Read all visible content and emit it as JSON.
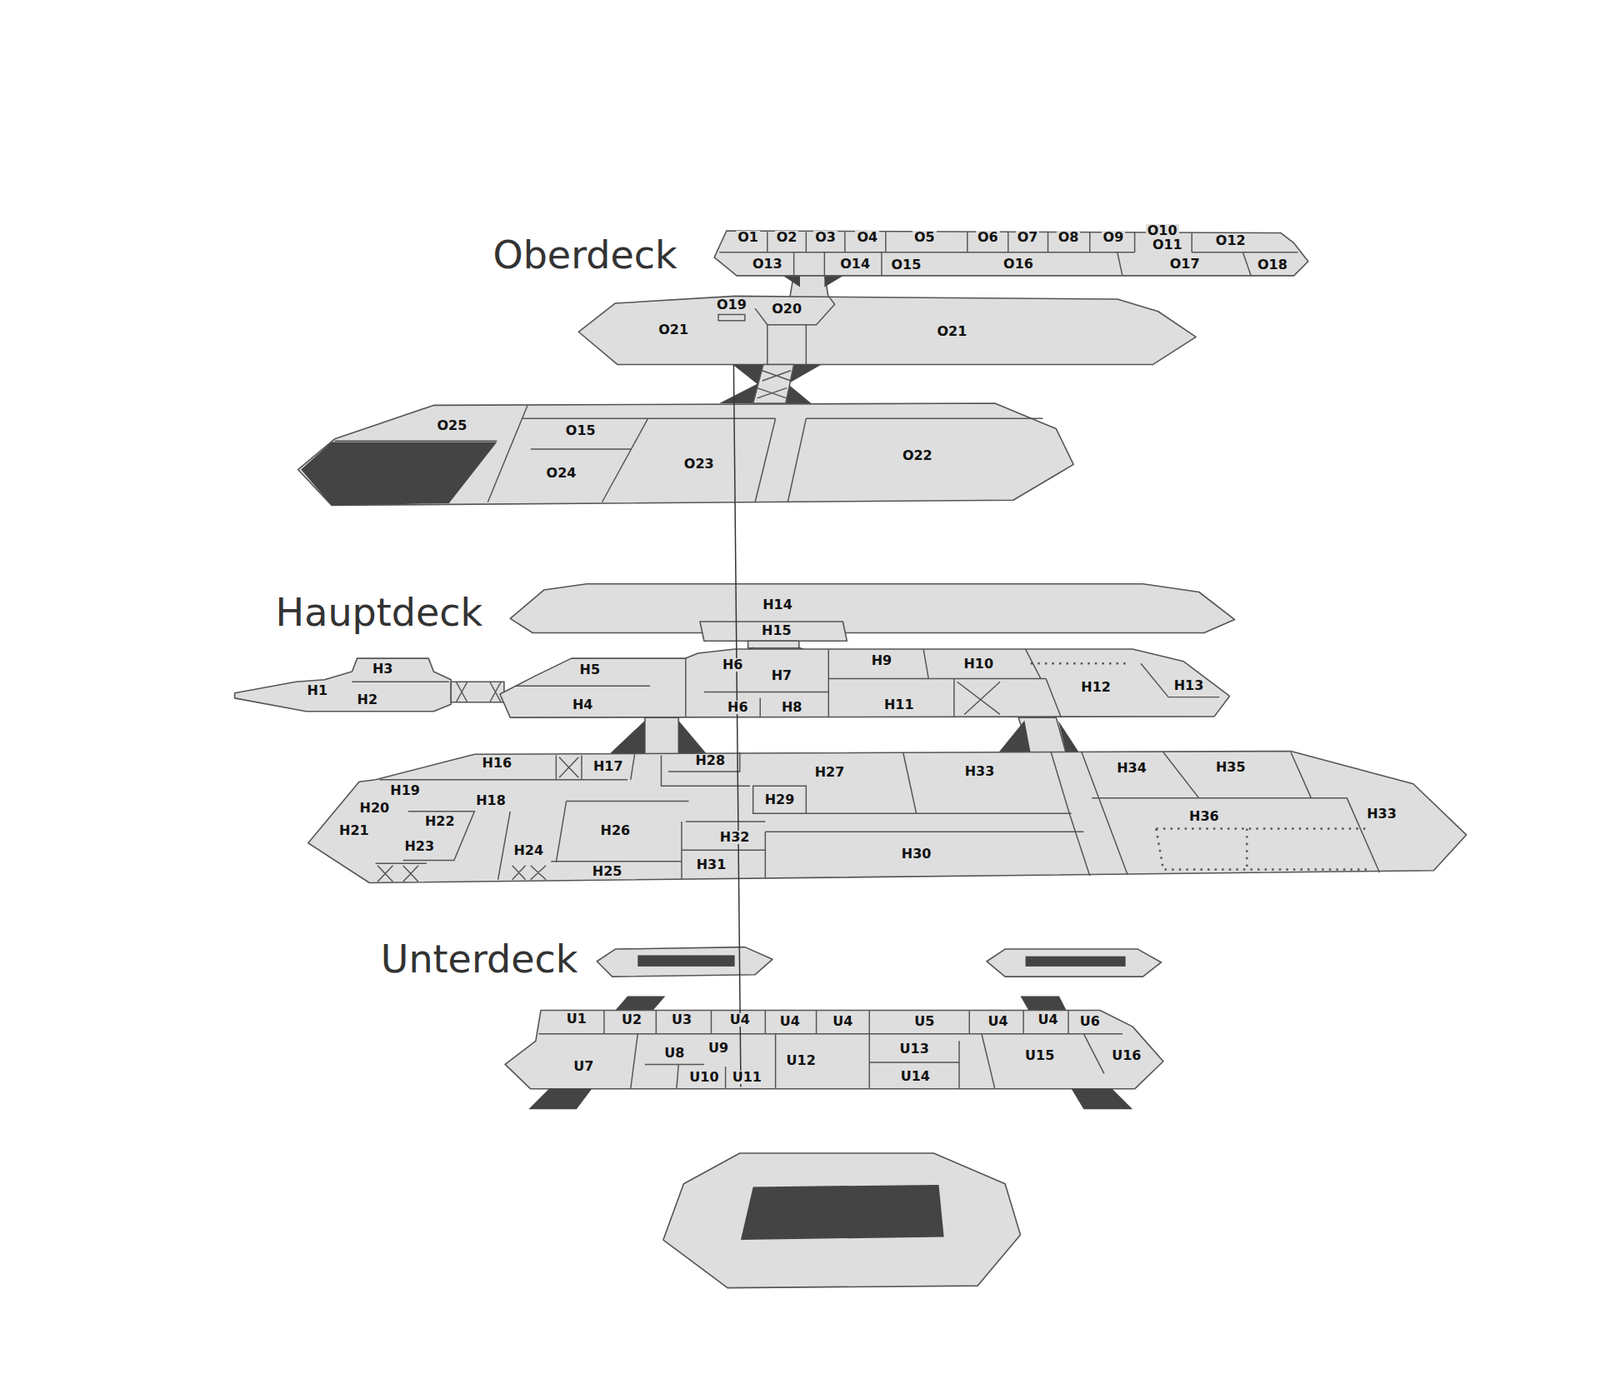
{
  "diagram": {
    "nodes": [
      {
        "text": [
          "O1"
        ]
      },
      {
        "text": [
          "O2"
        ]
      },
      {
        "text": [
          "O3"
        ]
      },
      {
        "text": [
          "O4"
        ]
      },
      {
        "text": [
          "O5"
        ]
      },
      {
        "text": [
          "O6"
        ]
      },
      {
        "text": [
          "O7"
        ]
      },
      {
        "text": [
          "O8"
        ]
      },
      {
        "text": [
          "O9"
        ]
      },
      {
        "text": [
          "O10"
        ]
      },
      {
        "text": [
          "O11"
        ]
      },
      {
        "text": [
          "O12"
        ]
      },
      {
        "text": [
          "O13"
        ]
      },
      {
        "text": [
          "O14"
        ]
      },
      {
        "text": [
          "O15"
        ]
      },
      {
        "text": [
          "O16"
        ]
      },
      {
        "text": [
          "O17"
        ]
      },
      {
        "text": [
          "O18"
        ]
      },
      {
        "text": [
          "O19"
        ]
      },
      {
        "text": [
          "O20"
        ]
      },
      {
        "text": [
          "O21"
        ]
      },
      {
        "text": [
          "O21"
        ]
      },
      {
        "text": [
          "O25"
        ]
      },
      {
        "text": [
          "O15"
        ]
      },
      {
        "text": [
          "O24"
        ]
      },
      {
        "text": [
          "O23"
        ]
      },
      {
        "text": [
          "O22"
        ]
      },
      {
        "text": [
          "H14"
        ]
      },
      {
        "text": [
          "H15"
        ]
      },
      {
        "text": [
          "H3"
        ]
      },
      {
        "text": [
          "H1"
        ]
      },
      {
        "text": [
          "H2"
        ]
      },
      {
        "text": [
          "H5"
        ]
      },
      {
        "text": [
          "H4"
        ]
      },
      {
        "text": [
          "H6"
        ]
      },
      {
        "text": [
          "H7"
        ]
      },
      {
        "text": [
          "H6"
        ]
      },
      {
        "text": [
          "H8"
        ]
      },
      {
        "text": [
          "H9"
        ]
      },
      {
        "text": [
          "H10"
        ]
      },
      {
        "text": [
          "H11"
        ]
      },
      {
        "text": [
          "H12"
        ]
      },
      {
        "text": [
          "H13"
        ]
      },
      {
        "text": [
          "H16"
        ]
      },
      {
        "text": [
          "H17"
        ]
      },
      {
        "text": [
          "H28"
        ]
      },
      {
        "text": [
          "H27"
        ]
      },
      {
        "text": [
          "H33"
        ]
      },
      {
        "text": [
          "H34"
        ]
      },
      {
        "text": [
          "H35"
        ]
      },
      {
        "text": [
          "H19"
        ]
      },
      {
        "text": [
          "H18"
        ]
      },
      {
        "text": [
          "H20"
        ]
      },
      {
        "text": [
          "H29"
        ]
      },
      {
        "text": [
          "H21"
        ]
      },
      {
        "text": [
          "H22"
        ]
      },
      {
        "text": [
          "H26"
        ]
      },
      {
        "text": [
          "H36"
        ]
      },
      {
        "text": [
          "H33"
        ]
      },
      {
        "text": [
          "H23"
        ]
      },
      {
        "text": [
          "H24"
        ]
      },
      {
        "text": [
          "H32"
        ]
      },
      {
        "text": [
          "H30"
        ]
      },
      {
        "text": [
          "H31"
        ]
      },
      {
        "text": [
          "H25"
        ]
      },
      {
        "text": [
          "U1"
        ]
      },
      {
        "text": [
          "U2"
        ]
      },
      {
        "text": [
          "U3"
        ]
      },
      {
        "text": [
          "U4"
        ]
      },
      {
        "text": [
          "U4"
        ]
      },
      {
        "text": [
          "U4"
        ]
      },
      {
        "text": [
          "U5"
        ]
      },
      {
        "text": [
          "U4"
        ]
      },
      {
        "text": [
          "U4"
        ]
      },
      {
        "text": [
          "U6"
        ]
      },
      {
        "text": [
          "U8"
        ]
      },
      {
        "text": [
          "U9"
        ]
      },
      {
        "text": [
          "U13"
        ]
      },
      {
        "text": [
          "U7"
        ]
      },
      {
        "text": [
          "U12"
        ]
      },
      {
        "text": [
          "U15"
        ]
      },
      {
        "text": [
          "U16"
        ]
      },
      {
        "text": [
          "U14"
        ]
      },
      {
        "text": [
          "U10"
        ]
      },
      {
        "text": [
          "U11"
        ]
      }
    ],
    "labels": [
      "Oberdeck",
      "Hauptdeck",
      "Unterdeck"
    ]
  }
}
